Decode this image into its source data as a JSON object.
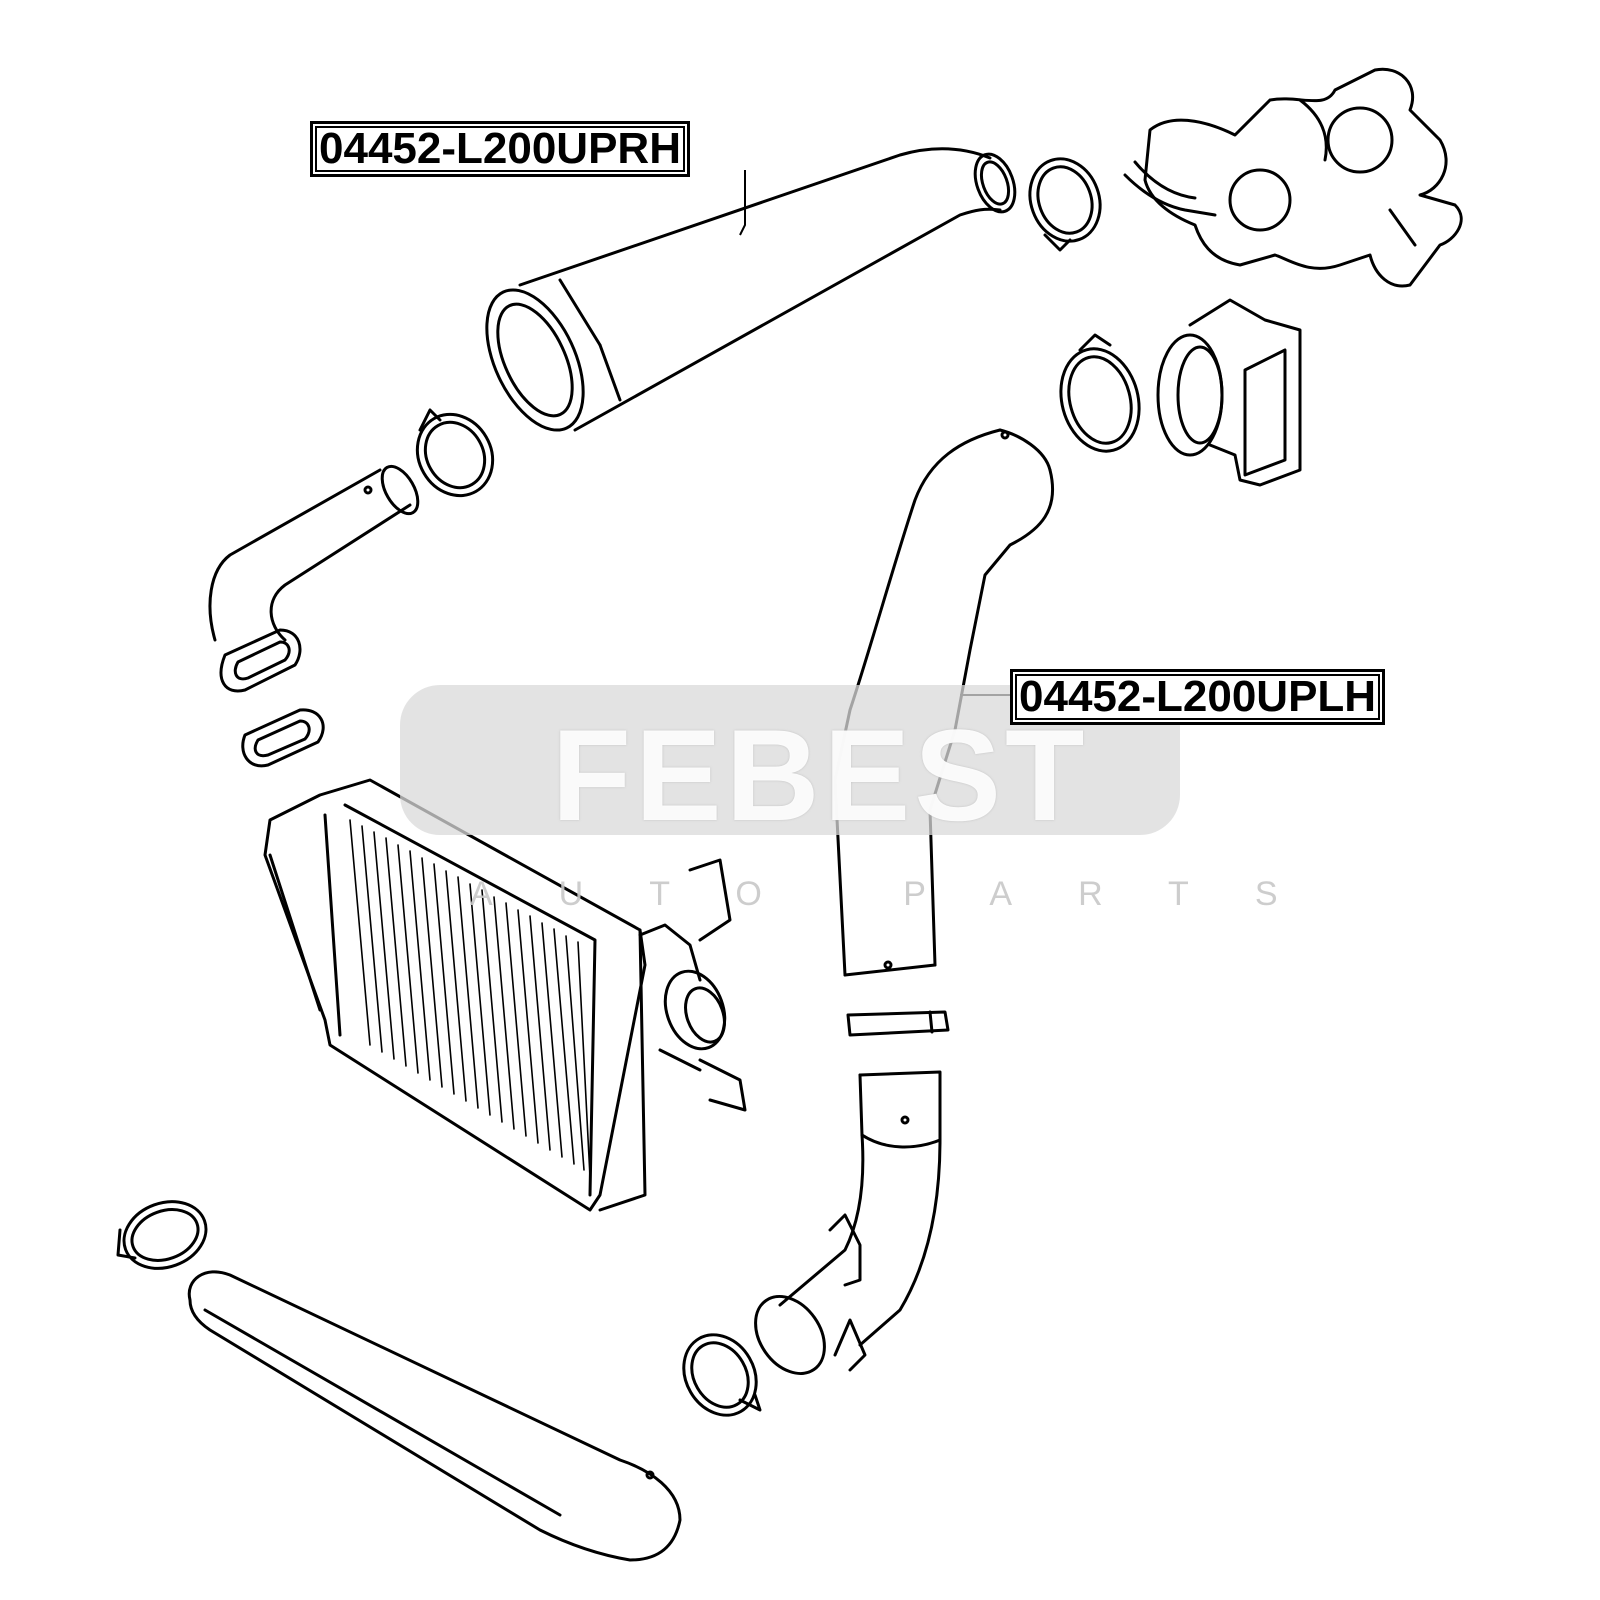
{
  "labels": {
    "upper_right_hose": "04452-L200UPRH",
    "upper_left_hose": "04452-L200UPLH"
  },
  "watermark": {
    "brand": "FEBEST",
    "tagline": "AUTO PARTS"
  },
  "colors": {
    "line": "#000000",
    "watermark_box": "#d9d9d9",
    "background": "#ffffff"
  }
}
